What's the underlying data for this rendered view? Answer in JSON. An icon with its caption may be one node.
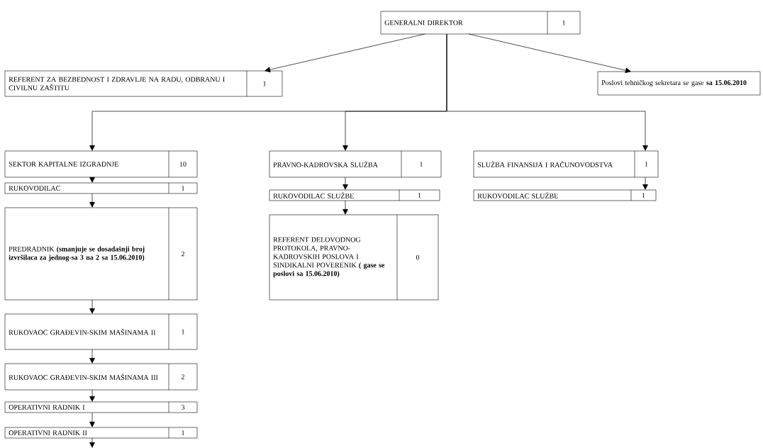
{
  "diagram": {
    "nodes": [
      {
        "text": [
          "GENERALNI DIREKTOR",
          "1"
        ]
      },
      {
        "text": [
          "REFERENT ZA BEZBEDNOST I ZDRAVLJE NA RADU, ODBRANU I CIVILNU ZAŠTITU",
          "1"
        ]
      },
      {
        "text": [
          "Poslovi tehničkog sekretara se gase **sa 15.06.2010**"
        ]
      },
      {
        "text": [
          "SEKTOR KAPITALNE IZGRADNJE",
          "10"
        ]
      },
      {
        "text": [
          "RUKOVODILAC",
          "1"
        ]
      },
      {
        "text": [
          "PREDRADNIK **(smanjuje se dosadašnji broj izvršilaca za jednog-sa 3 na 2 sa 15.06.2010)**",
          "2"
        ]
      },
      {
        "text": [
          "RUKOVAOC GRAĐEVIN-SKIM MAŠINAMA II",
          "1"
        ]
      },
      {
        "text": [
          "RUKOVAOC GRAĐEVIN-SKIM MAŠINAMA III",
          "2"
        ]
      },
      {
        "text": [
          "OPERATIVNI RADNIK I",
          "3"
        ]
      },
      {
        "text": [
          "OPERATIVNI RADNIK II",
          "1"
        ]
      },
      {
        "text": [
          "PRAVNO-KADROVSKA SLUŽBA",
          "1"
        ]
      },
      {
        "text": [
          "RUKOVODILAC SLUŽBE",
          "1"
        ]
      },
      {
        "text": [
          "REFERENT DELOVODNOG PROTOKOLA, PRAVNO-KADROVSKIH POSLOVA I SINDIKALNI POVERENIK **( gase se poslovi sa 15.06.2010)**",
          "0"
        ]
      },
      {
        "text": [
          "SLUŽBA FINANSIJA I RAČUNOVODSTVA",
          "1"
        ]
      },
      {
        "text": [
          "RUKOVODILAC SLUŽBE",
          "1"
        ]
      }
    ],
    "edges": [
      {
        "from": 0,
        "to": 1,
        "arrow": "to"
      },
      {
        "from": 0,
        "to": 2,
        "arrow": "to"
      },
      {
        "from": 0,
        "to": 3,
        "arrow": "to"
      },
      {
        "from": 0,
        "to": 10,
        "arrow": "to"
      },
      {
        "from": 0,
        "to": 13,
        "arrow": "to"
      },
      {
        "from": 3,
        "to": 4,
        "arrow": "to"
      },
      {
        "from": 4,
        "to": 5,
        "arrow": "to"
      },
      {
        "from": 5,
        "to": 6,
        "arrow": "to"
      },
      {
        "from": 6,
        "to": 7,
        "arrow": "to"
      },
      {
        "from": 7,
        "to": 8,
        "arrow": "to"
      },
      {
        "from": 8,
        "to": 9,
        "arrow": "to"
      },
      {
        "from": 9,
        "to": null,
        "arrow": "to"
      },
      {
        "from": 10,
        "to": 11,
        "arrow": "to"
      },
      {
        "from": 11,
        "to": 12,
        "arrow": "to"
      },
      {
        "from": 13,
        "to": 14,
        "arrow": "to"
      }
    ]
  }
}
